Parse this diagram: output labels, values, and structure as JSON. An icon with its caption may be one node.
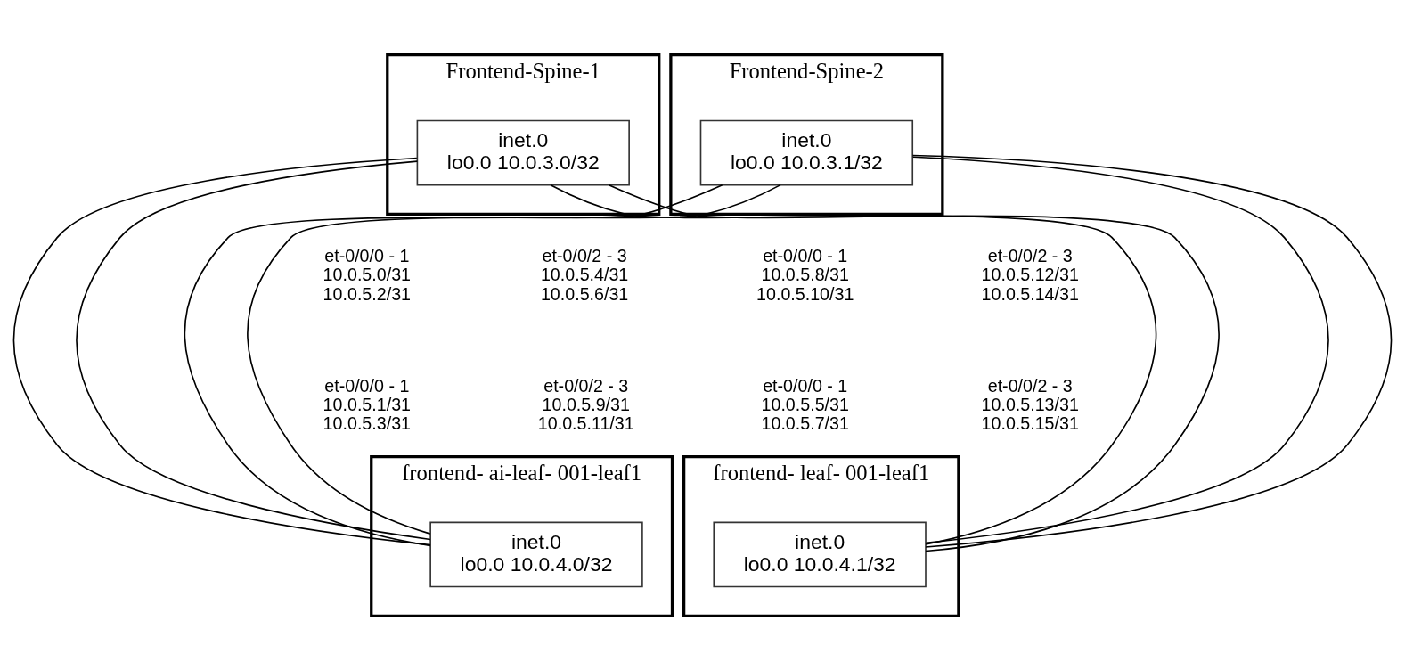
{
  "diagram": {
    "nodes": [
      {
        "text": [
          "Frontend-Spine-1"
        ]
      },
      {
        "text": [
          "inet.0",
          "lo0.0 10.0.3.0/32"
        ],
        "in": 0
      },
      {
        "text": [
          "Frontend-Spine-2"
        ]
      },
      {
        "text": [
          "inet.0",
          "lo0.0 10.0.3.1/32"
        ],
        "in": 2
      },
      {
        "text": [
          "frontend- ai-leaf- 001-leaf1"
        ]
      },
      {
        "text": [
          "inet.0",
          "lo0.0 10.0.4.0/32"
        ],
        "in": 4
      },
      {
        "text": [
          "frontend- leaf- 001-leaf1"
        ]
      },
      {
        "text": [
          "inet.0",
          "lo0.0 10.0.4.1/32"
        ],
        "in": 6
      }
    ],
    "edges": [
      {
        "from": 1,
        "to": 5,
        "arrow": "none"
      },
      {
        "from": 1,
        "to": 5,
        "arrow": "none"
      },
      {
        "from": 1,
        "to": 7,
        "arrow": "none"
      },
      {
        "from": 1,
        "to": 7,
        "arrow": "none"
      },
      {
        "from": 3,
        "to": 5,
        "arrow": "none"
      },
      {
        "from": 3,
        "to": 5,
        "arrow": "none"
      },
      {
        "from": 3,
        "to": 7,
        "arrow": "none"
      },
      {
        "from": 3,
        "to": 7,
        "arrow": "none"
      }
    ],
    "labels": [
      "et-0/0/0 - 1 10.0.5.0/31 10.0.5.2/31",
      "et-0/0/2 - 3 10.0.5.4/31 10.0.5.6/31",
      "et-0/0/0 - 1 10.0.5.8/31 10.0.5.10/31",
      "et-0/0/2 - 3 10.0.5.12/31 10.0.5.14/31",
      "et-0/0/0 - 1 10.0.5.1/31 10.0.5.3/31",
      "et-0/0/2 - 3 10.0.5.9/31 10.0.5.11/31",
      "et-0/0/0 - 1 10.0.5.5/31 10.0.5.7/31",
      "et-0/0/2 - 3 10.0.5.13/31 10.0.5.15/31"
    ]
  }
}
